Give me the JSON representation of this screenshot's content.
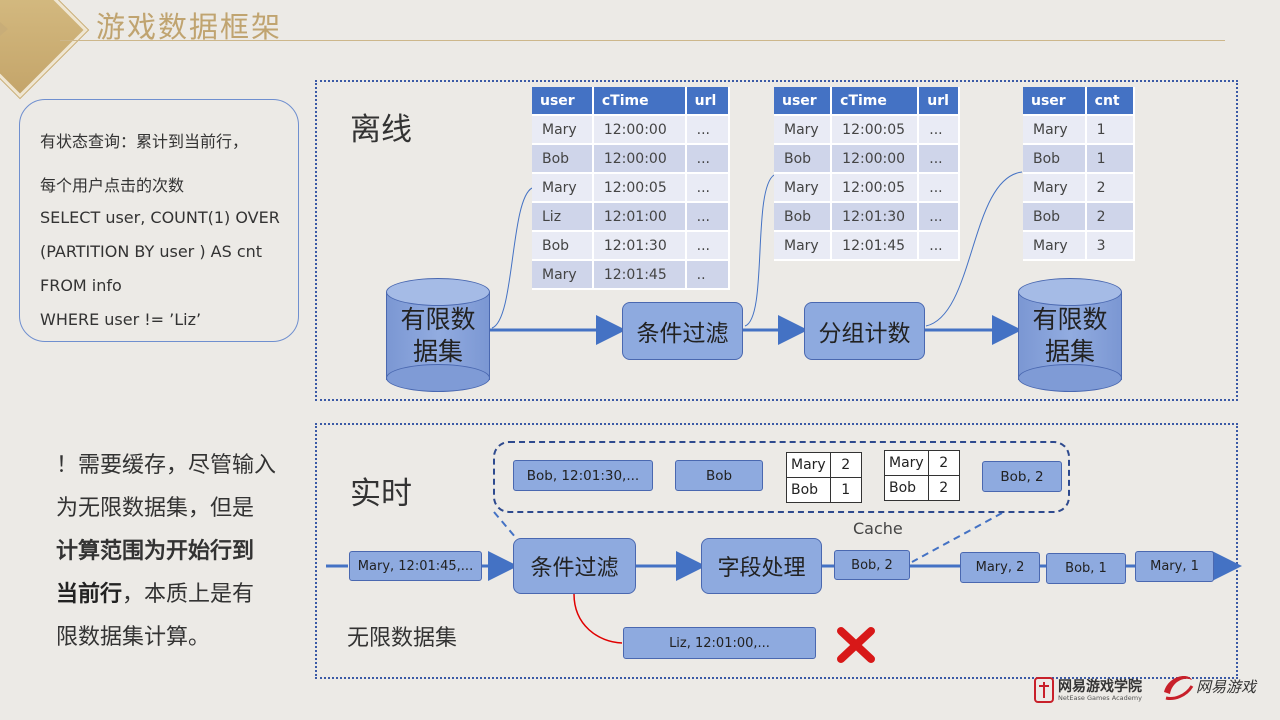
{
  "header": {
    "title": "游戏数据框架"
  },
  "query": {
    "lines": [
      "有状态查询：累计到当前行，",
      "每个用户点击的次数",
      "SELECT user, COUNT(1) OVER",
      "(PARTITION BY user ) AS cnt",
      "FROM info",
      "WHERE user != ’Liz’"
    ]
  },
  "offline": {
    "title": "离线",
    "source_label_1": "有限数",
    "source_label_2": "据集",
    "filter_label": "条件过滤",
    "group_label": "分组计数",
    "sink_label_1": "有限数",
    "sink_label_2": "据集",
    "table1": {
      "headers": [
        "user",
        "cTime",
        "url"
      ],
      "rows": [
        [
          "Mary",
          "12:00:00",
          "..."
        ],
        [
          "Bob",
          "12:00:00",
          "..."
        ],
        [
          "Mary",
          "12:00:05",
          "..."
        ],
        [
          "Liz",
          "12:01:00",
          "..."
        ],
        [
          "Bob",
          "12:01:30",
          "..."
        ],
        [
          "Mary",
          "12:01:45",
          ".."
        ]
      ]
    },
    "table2": {
      "headers": [
        "user",
        "cTime",
        "url"
      ],
      "rows": [
        [
          "Mary",
          "12:00:05",
          "..."
        ],
        [
          "Bob",
          "12:00:00",
          "..."
        ],
        [
          "Mary",
          "12:00:05",
          "..."
        ],
        [
          "Bob",
          "12:01:30",
          "..."
        ],
        [
          "Mary",
          "12:01:45",
          "..."
        ]
      ]
    },
    "table3": {
      "headers": [
        "user",
        "cnt"
      ],
      "rows": [
        [
          "Mary",
          "1"
        ],
        [
          "Bob",
          "1"
        ],
        [
          "Mary",
          "2"
        ],
        [
          "Bob",
          "2"
        ],
        [
          "Mary",
          "3"
        ]
      ]
    }
  },
  "note": {
    "line1": "！需要缓存，尽管输入",
    "line2": "为无限数据集，但是",
    "line3": "计算范围为开始行到",
    "line4_bold": "当前行",
    "line4_rest": "，本质上是有",
    "line5": "限数据集计算。"
  },
  "realtime": {
    "title": "实时",
    "unbounded_label": "无限数据集",
    "input_chip": "Mary, 12:01:45,...",
    "filter_label": "条件过滤",
    "field_label": "字段处理",
    "emit_chip": "Bob, 2",
    "out_chips": [
      "Mary, 2",
      "Bob, 1",
      "Mary, 1"
    ],
    "filtered_chip": "Liz, 12:01:00,...",
    "cache": {
      "label": "Cache",
      "chip_record": "Bob, 12:01:30,...",
      "chip_key": "Bob",
      "state_before": [
        [
          "Mary",
          "2"
        ],
        [
          "Bob",
          "1"
        ]
      ],
      "state_after": [
        [
          "Mary",
          "2"
        ],
        [
          "Bob",
          "2"
        ]
      ],
      "chip_result": "Bob, 2"
    }
  },
  "footer": {
    "logo1": "网易游戏学院",
    "logo1_sub": "NetEase Games Academy",
    "logo2": "网易游戏"
  },
  "colors": {
    "accent": "#4472c4",
    "box_fill": "#8eaadf",
    "gold": "#c0a470",
    "highlight_red": "#e00000"
  }
}
